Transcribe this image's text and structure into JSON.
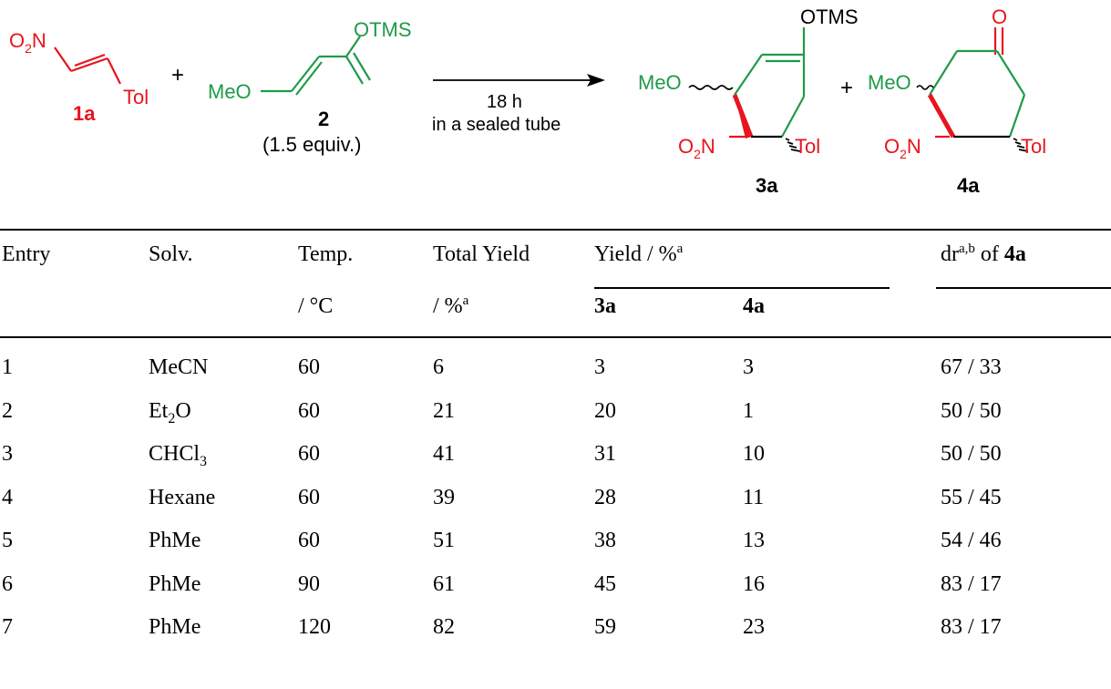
{
  "scheme": {
    "c1a": {
      "no2": "O",
      "no2_sub": "2",
      "no2_n": "N",
      "tol": "Tol",
      "label": "1a"
    },
    "plus1": "+",
    "c2": {
      "meo": "MeO",
      "otms": "OTMS",
      "label": "2",
      "equiv": "(1.5 equiv.)"
    },
    "arrow": {
      "above": "18 h",
      "below": "in a sealed tube"
    },
    "c3a": {
      "otms": "OTMS",
      "meo": "MeO",
      "no2": "O",
      "no2_sub": "2",
      "no2_n": "N",
      "tol": "Tol",
      "label": "3a"
    },
    "plus2": "+",
    "c4a": {
      "o": "O",
      "meo": "MeO",
      "no2": "O",
      "no2_sub": "2",
      "no2_n": "N",
      "tol": "Tol",
      "label": "4a"
    }
  },
  "table": {
    "headers": {
      "entry": "Entry",
      "solv": "Solv.",
      "temp": "Temp.",
      "temp_unit": "/ °C",
      "total": "Total Yield",
      "total_unit": "/ %",
      "total_sup": "a",
      "yield": "Yield / %",
      "yield_sup": "a",
      "sub_3a": "3a",
      "sub_4a": "4a",
      "dr": "dr",
      "dr_sup": "a,b",
      "dr_of": " of ",
      "dr_compound": "4a"
    },
    "rows": [
      {
        "entry": "1",
        "solv": "MeCN",
        "solv_sub": "",
        "solv_tail": "",
        "temp": "60",
        "total": "6",
        "y3a": "3",
        "y4a": "3",
        "dr": "67 / 33"
      },
      {
        "entry": "2",
        "solv": "Et",
        "solv_sub": "2",
        "solv_tail": "O",
        "temp": "60",
        "total": "21",
        "y3a": "20",
        "y4a": "1",
        "dr": "50 / 50"
      },
      {
        "entry": "3",
        "solv": "CHCl",
        "solv_sub": "3",
        "solv_tail": "",
        "temp": "60",
        "total": "41",
        "y3a": "31",
        "y4a": "10",
        "dr": "50 / 50"
      },
      {
        "entry": "4",
        "solv": "Hexane",
        "solv_sub": "",
        "solv_tail": "",
        "temp": "60",
        "total": "39",
        "y3a": "28",
        "y4a": "11",
        "dr": "55 / 45"
      },
      {
        "entry": "5",
        "solv": "PhMe",
        "solv_sub": "",
        "solv_tail": "",
        "temp": "60",
        "total": "51",
        "y3a": "38",
        "y4a": "13",
        "dr": "54 / 46"
      },
      {
        "entry": "6",
        "solv": "PhMe",
        "solv_sub": "",
        "solv_tail": "",
        "temp": "90",
        "total": "61",
        "y3a": "45",
        "y4a": "16",
        "dr": "83 / 17"
      },
      {
        "entry": "7",
        "solv": "PhMe",
        "solv_sub": "",
        "solv_tail": "",
        "temp": "120",
        "total": "82",
        "y3a": "59",
        "y4a": "23",
        "dr": "83 / 17"
      }
    ]
  }
}
